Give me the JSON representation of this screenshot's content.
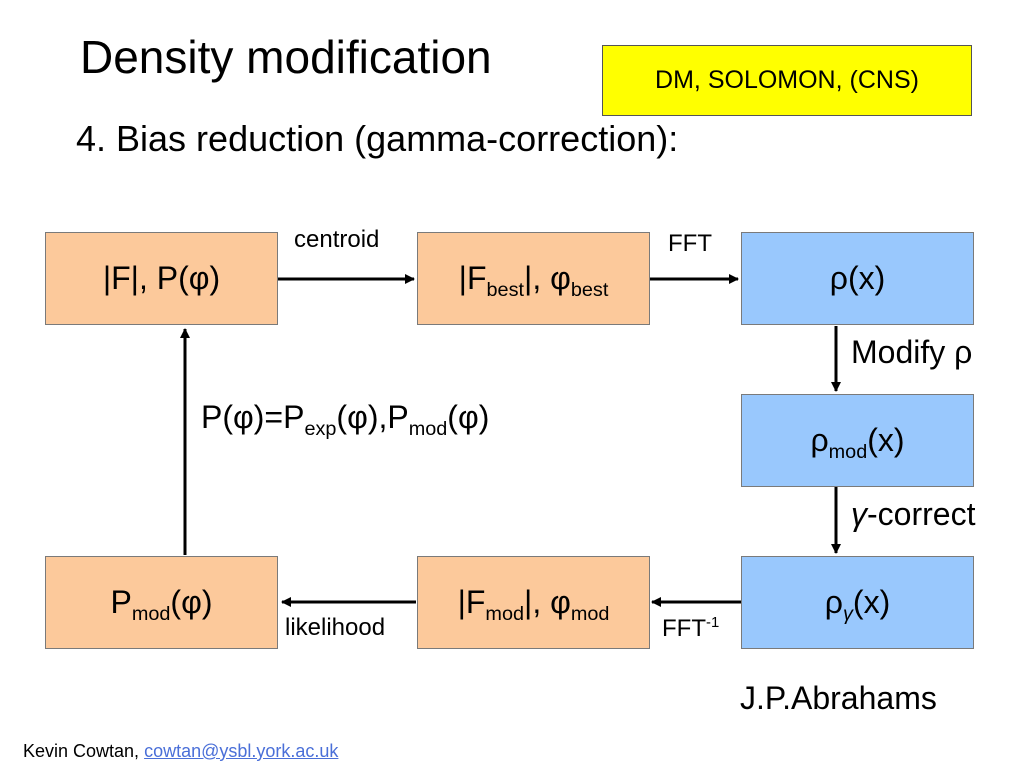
{
  "slide": {
    "title": "Density modification",
    "badge": "DM, SOLOMON, (CNS)",
    "subtitle": "4. Bias reduction (gamma-correction):"
  },
  "boxes": {
    "f_p": {
      "text": "|F|, P(φ)"
    },
    "f_best": {
      "a": "|F",
      "a_sub": "best",
      "b": "|, φ",
      "b_sub": "best"
    },
    "rho": {
      "text": "ρ(x)"
    },
    "rho_mod": {
      "a": "ρ",
      "a_sub": "mod",
      "b": "(x)"
    },
    "rho_gamma": {
      "a": "ρ",
      "a_sub": "γ",
      "b": "(x)"
    },
    "f_mod": {
      "a": "|F",
      "a_sub": "mod",
      "b": "|, φ",
      "b_sub": "mod"
    },
    "p_mod": {
      "a": "P",
      "a_sub": "mod",
      "b": "(φ)"
    }
  },
  "edge_labels": {
    "centroid": "centroid",
    "fft": "FFT",
    "modify": "Modify ρ",
    "gamma_sym": "γ",
    "gamma_rest": "-correct",
    "fft_inv": "FFT",
    "fft_inv_sup": "-1",
    "likelihood": "likelihood"
  },
  "formula": {
    "p1": "P(φ)=P",
    "s1": "exp",
    "p2": "(φ),P",
    "s2": "mod",
    "p3": "(φ)"
  },
  "author": "J.P.Abrahams",
  "footer": {
    "name": "Kevin Cowtan,",
    "email": "cowtan@ysbl.york.ac.uk"
  },
  "colors": {
    "orange_box": "#fcc99b",
    "blue_box": "#99c8fd",
    "badge": "#ffff00",
    "link": "#4a6fd8"
  }
}
